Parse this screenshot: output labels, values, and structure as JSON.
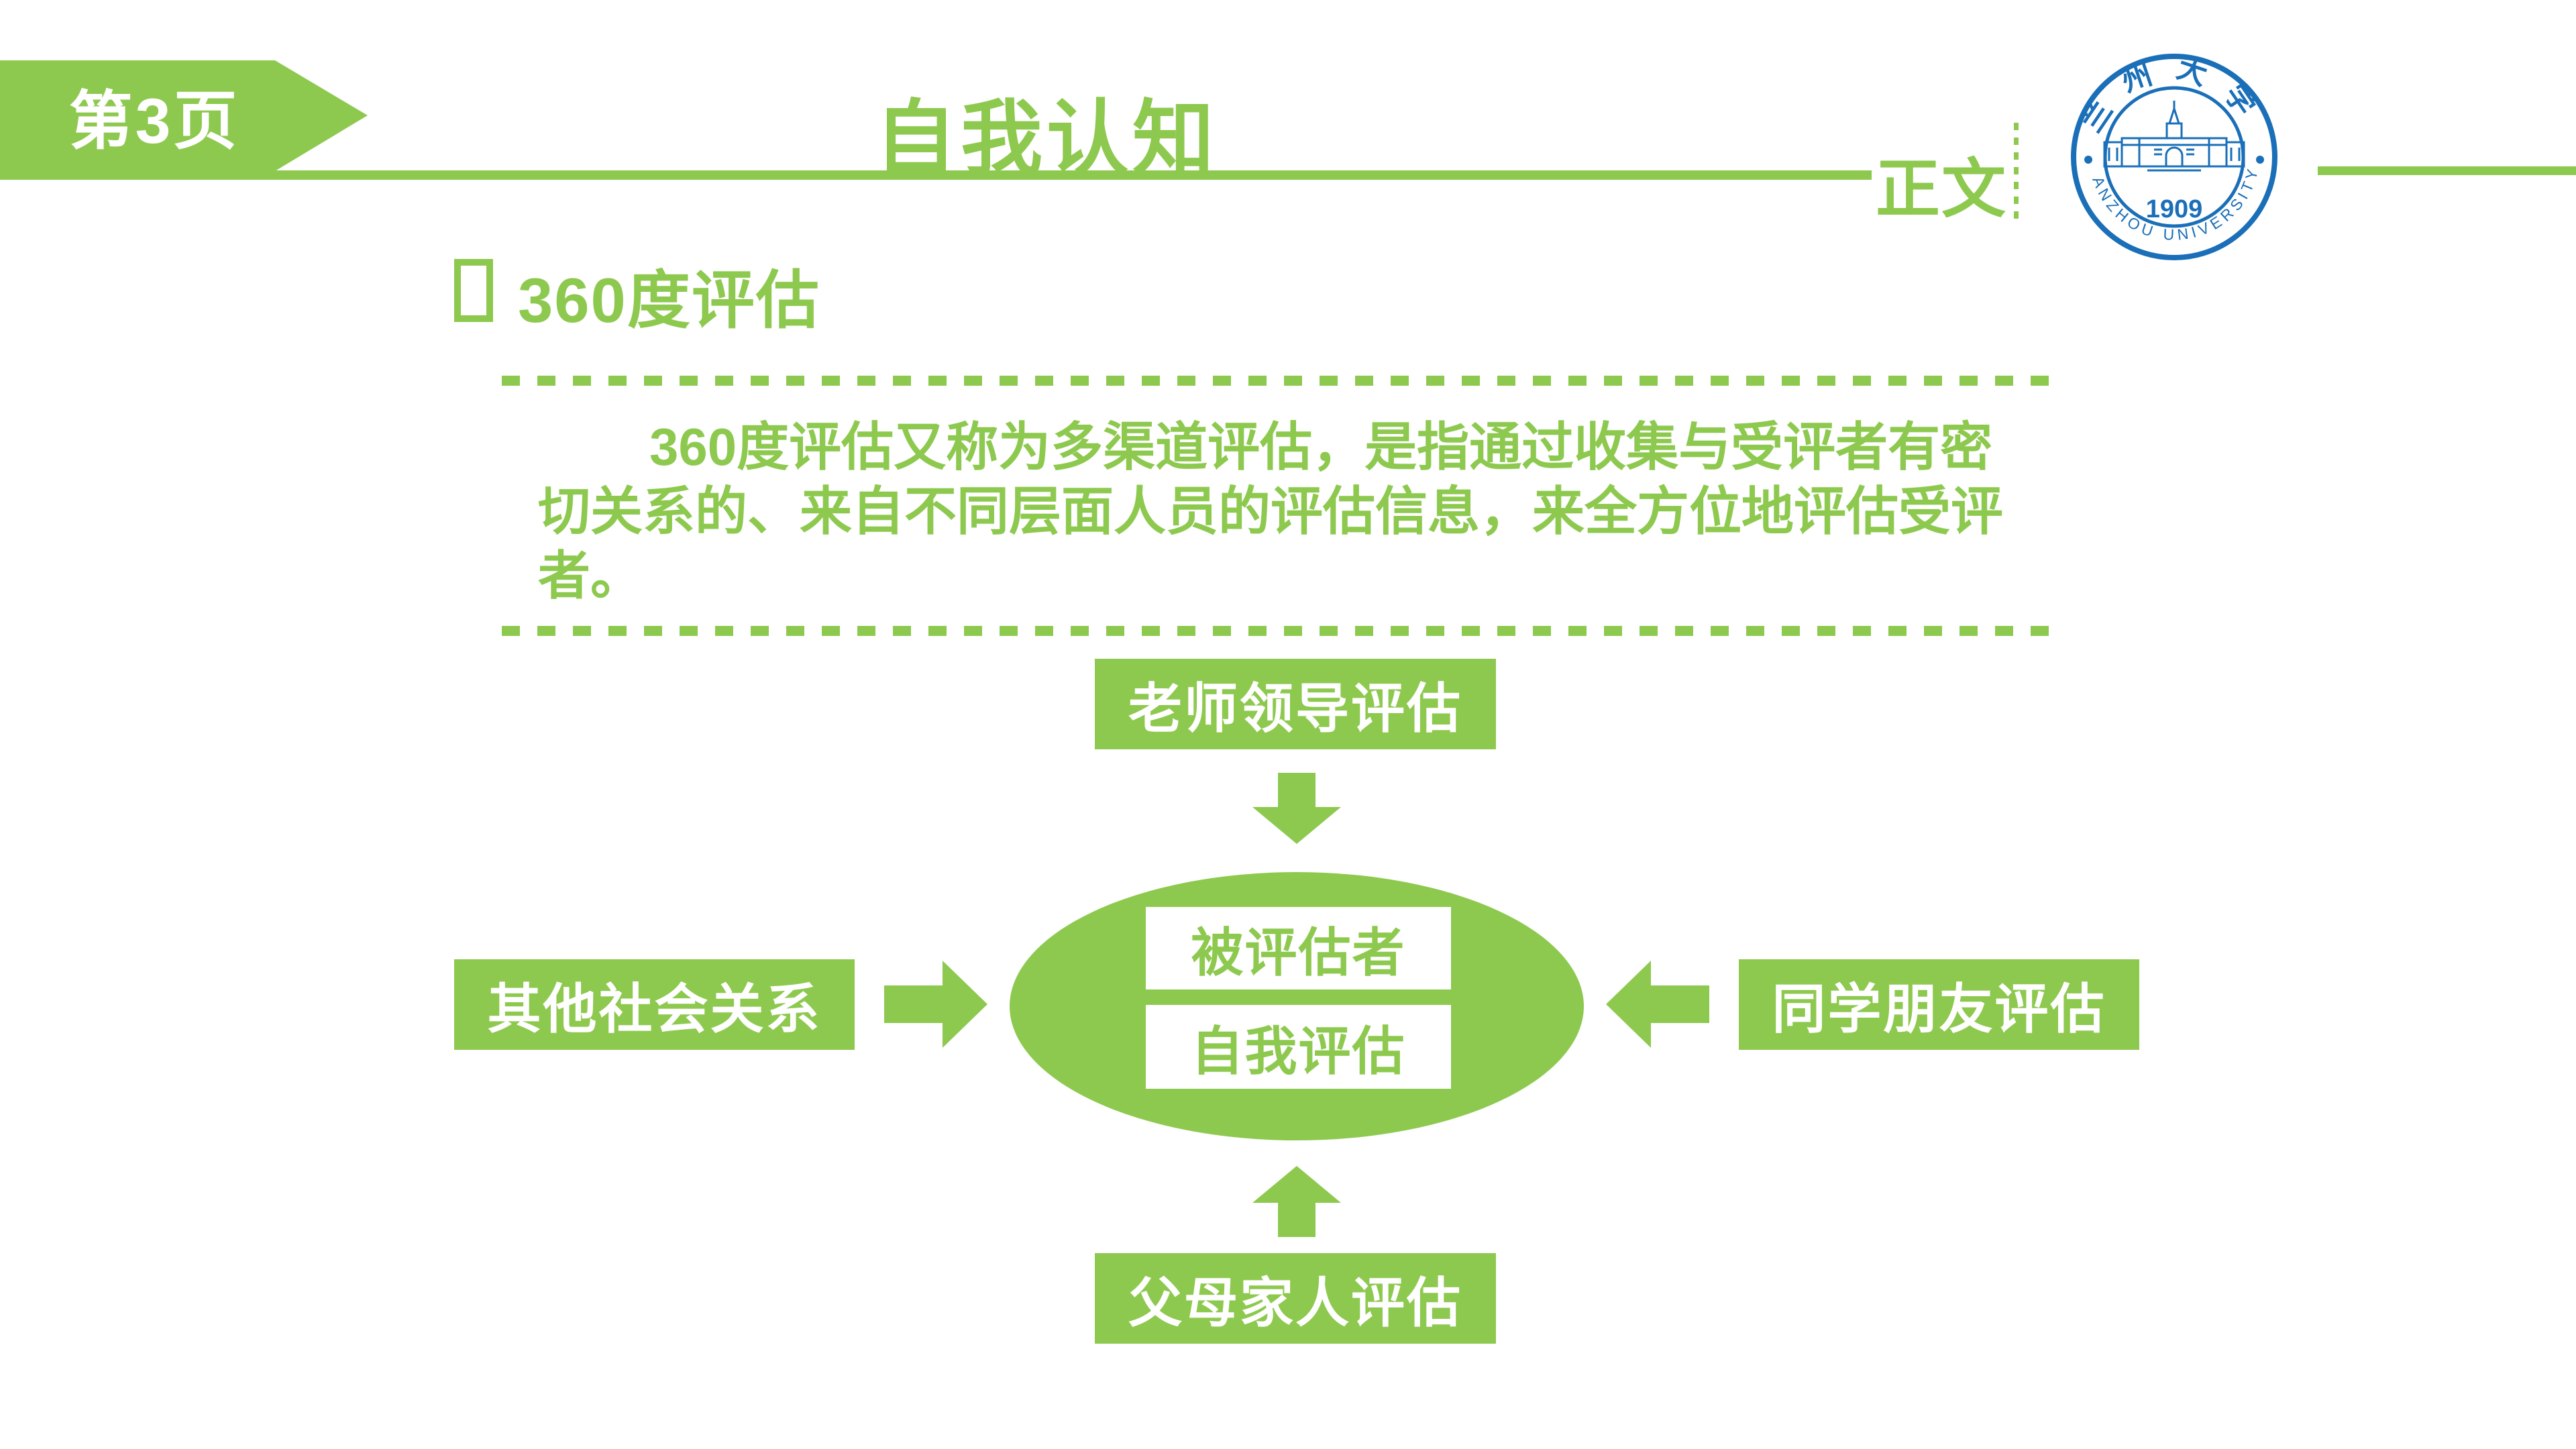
{
  "page": {
    "page_badge": "第3页",
    "title": "自我认知",
    "section_label": "正文"
  },
  "logo": {
    "university_zh": "兰州大学",
    "university_en": "LANZHOU UNIVERSITY",
    "year": "1909"
  },
  "content": {
    "heading_bullet_icon": "missing-glyph-box",
    "heading": "360度评估",
    "paragraph_lines": [
      "360度评估又称为多渠道评估，是指通过收集与受评者有密",
      "切关系的、来自不同层面人员的评估信息，来全方位地评估受评",
      "者。"
    ]
  },
  "diagram": {
    "top_box": "老师领导评估",
    "left_box": "其他社会关系",
    "right_box": "同学朋友评估",
    "bottom_box": "父母家人评估",
    "center_box_top": "被评估者",
    "center_box_bottom": "自我评估"
  },
  "colors": {
    "accent_green": "#8ec94f",
    "logo_blue": "#1a6fb8",
    "text_on_green": "#ffffff"
  }
}
